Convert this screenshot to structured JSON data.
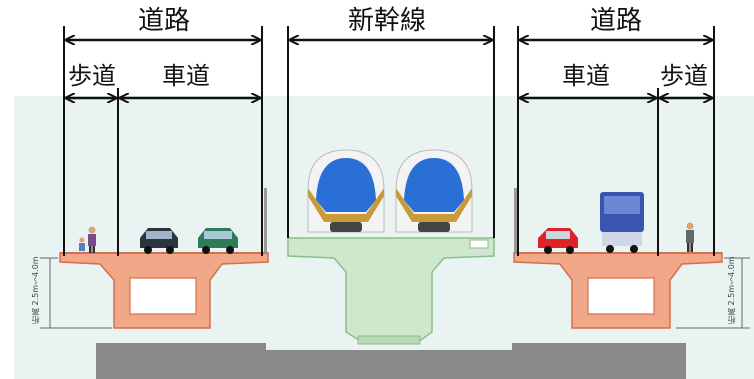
{
  "labels": {
    "road_left": "道路",
    "shinkansen": "新幹線",
    "road_right": "道路",
    "sidewalk_left": "歩道",
    "carriageway_left": "車道",
    "carriageway_right": "車道",
    "sidewalk_right": "歩道"
  },
  "girder_height": {
    "left": "桁高\n2.5m～4.0m",
    "left_title": "桁高",
    "left_value": "2.5m～4.0m",
    "right_title": "桁高",
    "right_value": "2.5m～4.0m"
  },
  "colors": {
    "sky": "#e9f4f2",
    "road_girder": "#f0a889",
    "road_girder_stroke": "#d46e4c",
    "rail_girder": "#cfe7cd",
    "rail_girder_stroke": "#8ebd8a",
    "ground": "#8a8a8a",
    "train_body": "#f3f3f3",
    "train_window": "#2a6fd6",
    "train_gold": "#c89a3a"
  },
  "icons": {
    "dimension_arrow": "double-headed-arrow",
    "pedestrian": "pedestrian-figure",
    "car": "car",
    "truck": "truck",
    "train": "shinkansen-train"
  }
}
